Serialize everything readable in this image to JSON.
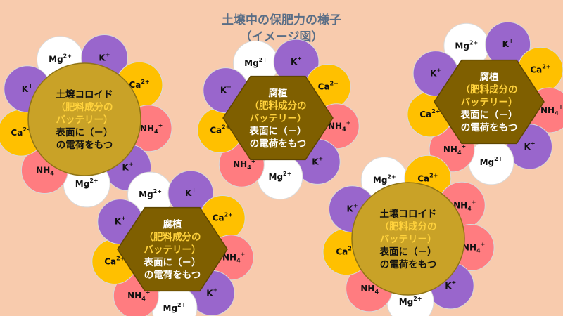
{
  "title": {
    "line1": "土壌中の保肥力の様子",
    "line2": "（イメージ図）"
  },
  "ions": {
    "K": {
      "label": "K",
      "charge": "+",
      "color": "#9966cc"
    },
    "Ca": {
      "label": "Ca",
      "charge": "2+",
      "color": "#ffc000"
    },
    "NH4": {
      "label": "NH",
      "sub": "4",
      "charge": "+",
      "color": "#ff7c80"
    },
    "Mg": {
      "label": "Mg",
      "charge": "2+",
      "color": "#ffffff"
    }
  },
  "labels": {
    "colloid": {
      "lines": [
        {
          "text": "土壌コロイド",
          "tone": "dark"
        },
        {
          "text": "（肥料成分の",
          "tone": "yellow"
        },
        {
          "text": "バッテリー）",
          "tone": "yellow"
        },
        {
          "text": "表面に（－）",
          "tone": "dark"
        },
        {
          "text": "の電荷をもつ",
          "tone": "dark"
        }
      ]
    },
    "humus": {
      "lines": [
        {
          "text": "腐植",
          "tone": "white"
        },
        {
          "text": "（肥料成分の",
          "tone": "yellow"
        },
        {
          "text": "バッテリー）",
          "tone": "yellow"
        },
        {
          "text": "表面に（－）",
          "tone": "white"
        },
        {
          "text": "の電荷をもつ",
          "tone": "white"
        }
      ]
    }
  },
  "colors": {
    "background": "#f8cbad",
    "colloid_fill": "#c9a227",
    "humus_fill": "#7f5f00",
    "title": "#5a6e86"
  },
  "clusters": [
    {
      "id": "colloid-left",
      "core": "colloid",
      "ions": [
        "Mg",
        "K",
        "Ca",
        "NH4",
        "K",
        "Mg",
        "NH4",
        "Ca",
        "K"
      ]
    },
    {
      "id": "humus-center",
      "core": "humus",
      "ions": [
        "Mg",
        "K",
        "Ca",
        "NH4",
        "K",
        "Mg",
        "NH4",
        "Ca",
        "K"
      ]
    },
    {
      "id": "humus-right",
      "core": "humus",
      "ions": [
        "Mg",
        "K",
        "Ca",
        "NH4",
        "K",
        "Mg",
        "NH4",
        "Ca",
        "K"
      ]
    },
    {
      "id": "humus-bottom",
      "core": "humus",
      "ions": [
        "Mg",
        "K",
        "Ca",
        "NH4",
        "K",
        "Mg",
        "NH4",
        "Ca",
        "K"
      ]
    },
    {
      "id": "colloid-bottom-right",
      "core": "colloid",
      "ions": [
        "Mg",
        "Ca",
        "NH4",
        "NH4",
        "K",
        "Mg",
        "NH4",
        "Ca",
        "K"
      ]
    }
  ]
}
